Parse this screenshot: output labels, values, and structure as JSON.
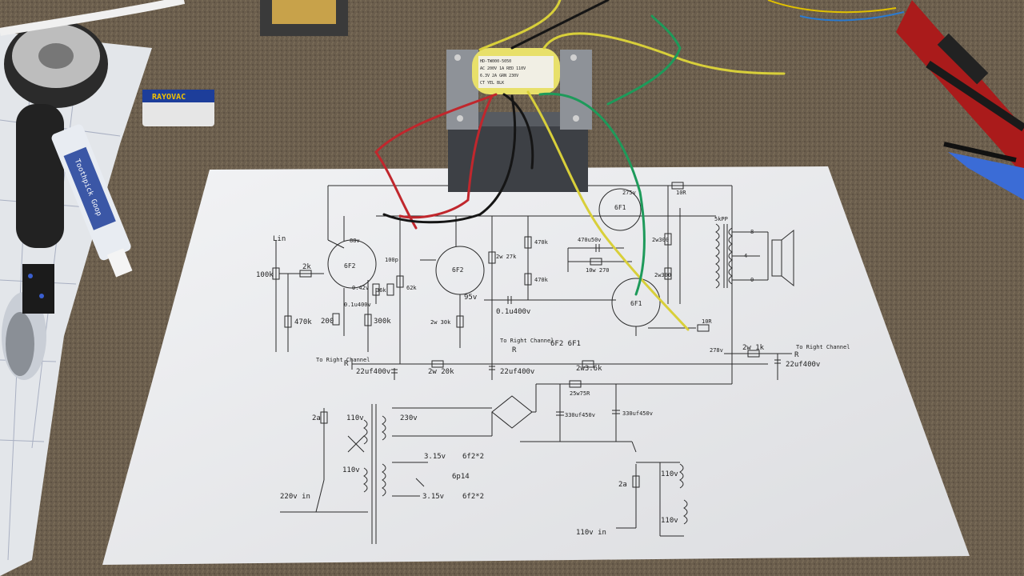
{
  "colors": {
    "carpet": "#6b5e4d",
    "paper": "#e9eaec",
    "ink": "#2a2a2a",
    "wire_red": "#c0272d",
    "wire_yellow": "#d8cf3a",
    "wire_green": "#1e9a5a",
    "wire_black": "#151515",
    "transformer_steel": "#4a4d52",
    "transformer_label": "#e8e06a"
  },
  "schematic": {
    "tubes": [
      "6F2",
      "6F2",
      "6F1",
      "6F1"
    ],
    "input_label": "Lin",
    "right_channel_label": "To Right Channel",
    "channel_letter": "R",
    "tube_types": "6F2    6F1",
    "speaker_impedances": [
      "8",
      "4",
      "0"
    ],
    "labels": [
      "100k",
      "2k",
      "470k",
      "200",
      "300k",
      "36k",
      "62k",
      "100p",
      "2w 30k",
      "95v",
      "0.1u400v",
      "470k",
      "2w 27k",
      "470k",
      "470u50v",
      "10w 270",
      "2w300",
      "2w300",
      "275v",
      "10R",
      "5kPP",
      "10R",
      "278v",
      "2w 1k",
      "22uf400v",
      "2w 20k",
      "22uf400v",
      "2w3.6k",
      "22uf400v",
      "88v",
      "0.42v",
      "0.1u400v",
      "25w75R",
      "330uf450v",
      "330uf450v",
      "110v",
      "230v",
      "2a",
      "220v in",
      "110v",
      "3.15v",
      "6f2*2",
      "6p14",
      "3.15v",
      "6f2*2",
      "2a",
      "110v",
      "110v",
      "110v in"
    ]
  },
  "transformer": {
    "label_lines": [
      "HD-TW000-5050",
      "AC 200V 1A  RED  110V",
      "6.3V 2A  GRN  230V",
      "CT  YEL  BLK"
    ]
  },
  "battery": {
    "brand": "RAYOVAC"
  },
  "glue_tube": {
    "text": "Toothpick Goop"
  }
}
